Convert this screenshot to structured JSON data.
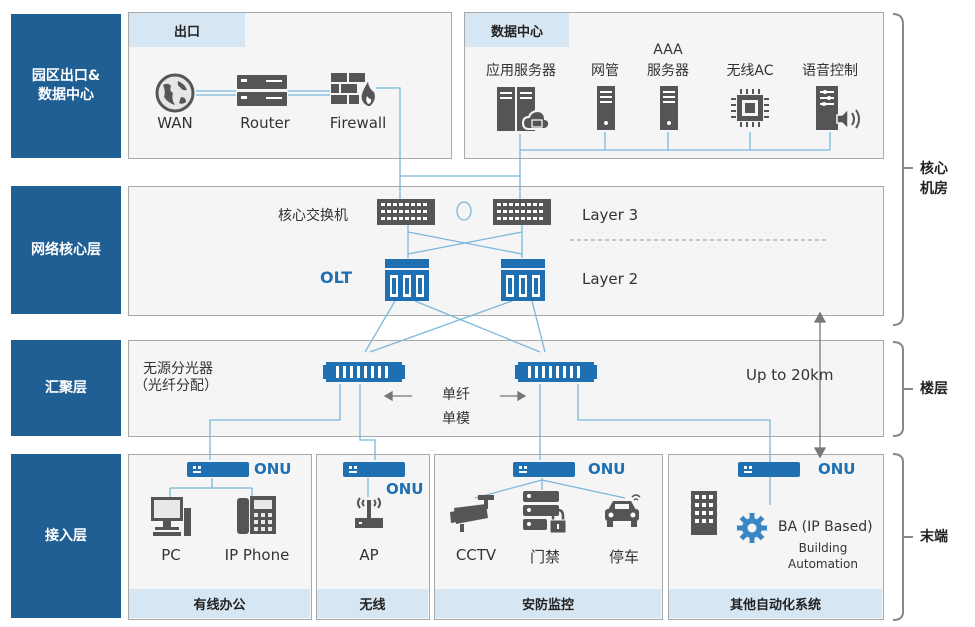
{
  "layers": {
    "egress_dc": "园区出口&数据中心",
    "core": "网络核心层",
    "aggregation": "汇聚层",
    "access": "接入层"
  },
  "egress": {
    "tab": "出口",
    "wan": "WAN",
    "router": "Router",
    "firewall": "Firewall"
  },
  "datacenter": {
    "tab": "数据中心",
    "app_server": "应用服务器",
    "nms": "网管",
    "aaa_line1": "AAA",
    "aaa_line2": "服务器",
    "wireless_ac": "无线AC",
    "voice_control": "语音控制"
  },
  "core": {
    "core_switch": "核心交换机",
    "olt": "OLT",
    "layer3": "Layer 3",
    "layer2": "Layer 2"
  },
  "aggregation": {
    "splitter_line1": "无源分光器",
    "splitter_line2": "（光纤分配）",
    "fiber_line1": "单纤",
    "fiber_line2": "单模",
    "distance": "Up to 20km"
  },
  "access": {
    "onu": "ONU",
    "wired": {
      "pc": "PC",
      "phone": "IP Phone",
      "footer": "有线办公"
    },
    "wireless": {
      "ap": "AP",
      "footer": "无线"
    },
    "security": {
      "cctv": "CCTV",
      "door": "门禁",
      "parking": "停车",
      "footer": "安防监控"
    },
    "automation": {
      "ba": "BA (IP Based)",
      "ba_line1": "Building",
      "ba_line2": "Automation",
      "footer": "其他自动化系统"
    }
  },
  "side_labels": {
    "core_room_1": "核心",
    "core_room_2": "机房",
    "floor": "楼层",
    "terminal": "末端"
  },
  "colors": {
    "layer_blue": "#1f5f93",
    "tab_blue": "#d6e6f2",
    "line_blue": "#7ab8dc",
    "device_dark": "#555555",
    "onu_blue": "#1f6fb3"
  }
}
